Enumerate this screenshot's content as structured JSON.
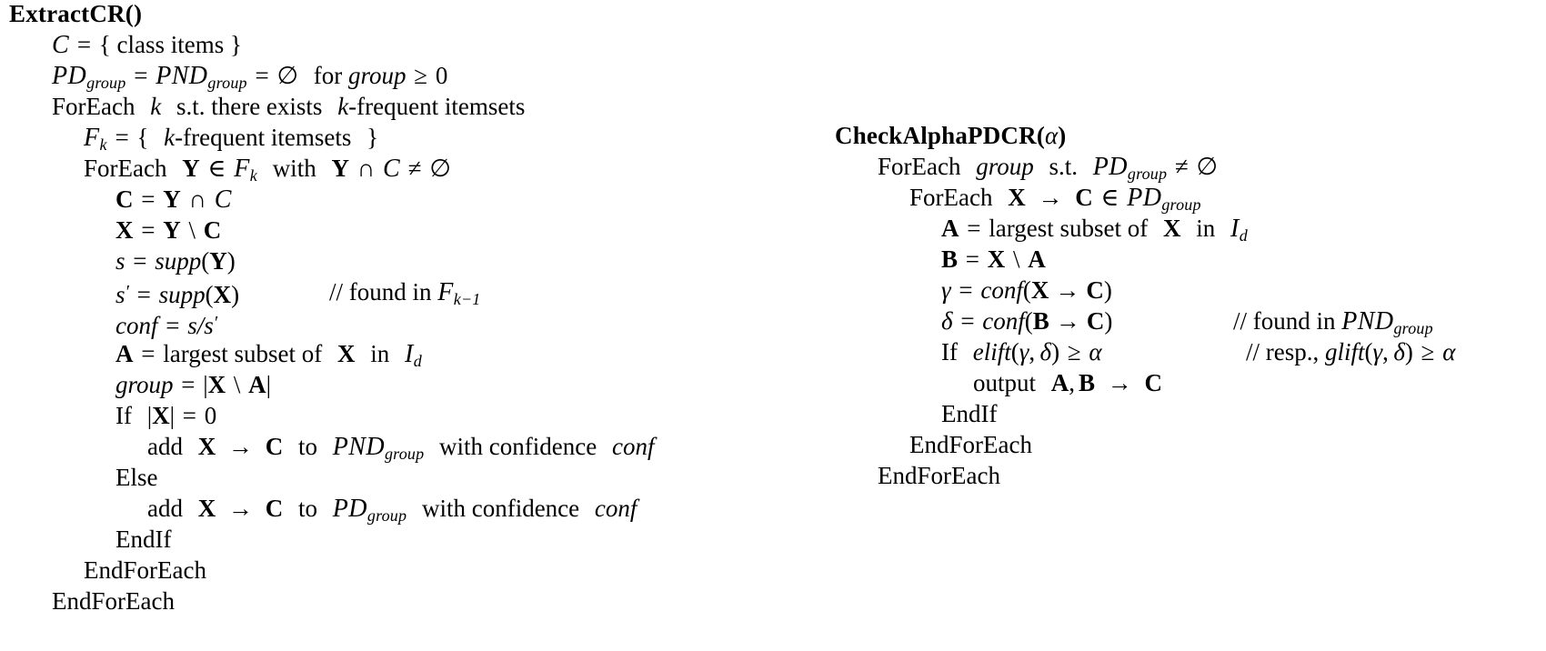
{
  "document": {
    "kind": "pseudocode-figure",
    "background_color": "#ffffff",
    "text_color": "#000000",
    "algorithms": [
      "ExtractCR()",
      "CheckAlphaPDCR(α)"
    ]
  },
  "symbols": {
    "calC": "𝒞",
    "calPD": "𝒫𝒟",
    "calPND": "𝒫𝒩𝒟",
    "calF": "ℱ",
    "calI": "ℐ",
    "emptyset": "∅",
    "in": "∈",
    "cap": "∩",
    "neq": "≠",
    "geq": "≥",
    "setminus": "\\",
    "arrow": "→",
    "alpha": "α",
    "gamma": "γ",
    "delta": "δ",
    "equals": "=",
    "group_sub": "group",
    "k_sub": "k",
    "kminus1_sub": "k−1",
    "d_sub": "d",
    "comment_marker": "//"
  },
  "extractcr": {
    "title": "ExtractCR()",
    "l1": {
      "lhs": "C",
      "eq": "=",
      "rhs": "{ class items }"
    },
    "l2": {
      "a": "PD",
      "sub_a": "group",
      "eq1": "=",
      "b": "PND",
      "sub_b": "group",
      "eq2": "=",
      "empty": "∅",
      "tail": "for",
      "var": "group",
      "geq": "≥",
      "zero": "0"
    },
    "l3": {
      "kw": "ForEach",
      "k": "k",
      "mid": "s.t. there exists",
      "k2": "k",
      "tail": "-frequent itemsets"
    },
    "l4": {
      "f": "F",
      "sub": "k",
      "eq": "=",
      "open": "{",
      "k": "k",
      "tail": "-frequent itemsets",
      "close": "}"
    },
    "l5": {
      "kw": "ForEach",
      "y": "Y",
      "in": "∈",
      "f": "F",
      "sub": "k",
      "with": "with",
      "y2": "Y",
      "cap": "∩",
      "c": "C",
      "neq": "≠",
      "empty": "∅"
    },
    "l6": {
      "lhs": "C",
      "eq": "=",
      "y": "Y",
      "cap": "∩",
      "c": "C"
    },
    "l7": {
      "lhs": "X",
      "eq": "=",
      "y": "Y",
      "sm": "\\",
      "c": "C"
    },
    "l8": {
      "lhs": "s",
      "eq": "=",
      "fn": "supp",
      "arg": "Y"
    },
    "l9": {
      "lhs": "s",
      "prime": "′",
      "eq": "=",
      "fn": "supp",
      "arg": "X",
      "comment": "// found in",
      "cfF": "F",
      "cfSub": "k−1"
    },
    "l10": {
      "lhs": "conf",
      "eq": "=",
      "rhs": "s/s",
      "prime": "′"
    },
    "l11": {
      "lhs": "A",
      "eq": "=",
      "mid": "largest subset of",
      "x": "X",
      "in": "in",
      "i": "I",
      "sub": "d"
    },
    "l12": {
      "lhs": "group",
      "eq": "=",
      "bar1": "|",
      "x": "X",
      "sm": "\\",
      "a": "A",
      "bar2": "|"
    },
    "l13": {
      "kw": "If",
      "bar1": "|",
      "x": "X",
      "bar2": "|",
      "eq": "=",
      "zero": "0"
    },
    "l14": {
      "kw": "add",
      "x": "X",
      "arrow": "→",
      "c": "C",
      "to": "to",
      "set": "PND",
      "sub": "group",
      "with": "with confidence",
      "conf": "conf"
    },
    "l15": {
      "kw": "Else"
    },
    "l16": {
      "kw": "add",
      "x": "X",
      "arrow": "→",
      "c": "C",
      "to": "to",
      "set": "PD",
      "sub": "group",
      "with": "with confidence",
      "conf": "conf"
    },
    "l17": {
      "kw": "EndIf"
    },
    "l18": {
      "kw": "EndForEach"
    },
    "l19": {
      "kw": "EndForEach"
    }
  },
  "checkalpha": {
    "title_main": "CheckAlphaPDCR(",
    "title_arg": "α",
    "title_close": ")",
    "l1": {
      "kw": "ForEach",
      "var": "group",
      "st": "s.t.",
      "set": "PD",
      "sub": "group",
      "neq": "≠",
      "empty": "∅"
    },
    "l2": {
      "kw": "ForEach",
      "x": "X",
      "arrow": "→",
      "c": "C",
      "in": "∈",
      "set": "PD",
      "sub": "group"
    },
    "l3": {
      "lhs": "A",
      "eq": "=",
      "mid": "largest subset of",
      "x": "X",
      "in": "in",
      "i": "I",
      "sub": "d"
    },
    "l4": {
      "lhs": "B",
      "eq": "=",
      "x": "X",
      "sm": "\\",
      "a": "A"
    },
    "l5": {
      "lhs": "γ",
      "eq": "=",
      "fn": "conf",
      "x": "X",
      "arrow": "→",
      "c": "C"
    },
    "l6": {
      "lhs": "δ",
      "eq": "=",
      "fn": "conf",
      "x": "B",
      "arrow": "→",
      "c": "C",
      "comment": "// found in",
      "set": "PND",
      "sub": "group"
    },
    "l7": {
      "kw": "If",
      "fn": "elift",
      "g": "γ",
      "d": "δ",
      "geq": "≥",
      "alpha": "α",
      "comment": "// resp.,",
      "fn2": "glift",
      "g2": "γ",
      "d2": "δ",
      "geq2": "≥",
      "alpha2": "α"
    },
    "l8": {
      "kw": "output",
      "a": "A",
      "comma": ",",
      "b": "B",
      "arrow": "→",
      "c": "C"
    },
    "l9": {
      "kw": "EndIf"
    },
    "l10": {
      "kw": "EndForEach"
    },
    "l11": {
      "kw": "EndForEach"
    }
  }
}
